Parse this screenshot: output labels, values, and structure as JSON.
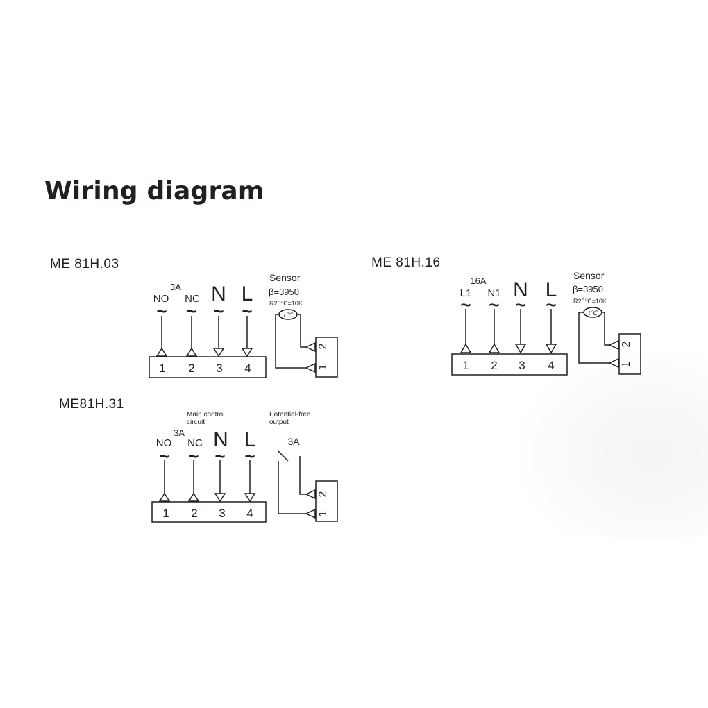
{
  "title": "Wiring diagram",
  "sections": [
    {
      "model": "ME 81H.03",
      "current": "3A",
      "labels": [
        "NO",
        "NC",
        "N",
        "L"
      ],
      "terminals": [
        "1",
        "2",
        "3",
        "4"
      ],
      "sensor": {
        "title": "Sensor",
        "beta": "β=3950",
        "resistance": "R25℃=10K",
        "probe": "t℃"
      },
      "aux_terminals": [
        "1",
        "2"
      ]
    },
    {
      "model": "ME 81H.16",
      "current": "16A",
      "labels": [
        "L1",
        "N1",
        "N",
        "L"
      ],
      "terminals": [
        "1",
        "2",
        "3",
        "4"
      ],
      "sensor": {
        "title": "Sensor",
        "beta": "β=3950",
        "resistance": "R25℃=10K",
        "probe": "t℃"
      },
      "aux_terminals": [
        "1",
        "2"
      ]
    },
    {
      "model": "ME81H.31",
      "current": "3A",
      "labels": [
        "NO",
        "NC",
        "N",
        "L"
      ],
      "terminals": [
        "1",
        "2",
        "3",
        "4"
      ],
      "main_control": "Main control circuit",
      "main_control_lines": [
        "Main control",
        "circuit"
      ],
      "output": "Potential-free output",
      "output_lines": [
        "Potential-free",
        "output"
      ],
      "output_current": "3A",
      "aux_terminals": [
        "1",
        "2"
      ]
    }
  ],
  "symbols": {
    "ac": "~"
  },
  "colors": {
    "ink": "#231f20",
    "background": "#ffffff"
  }
}
